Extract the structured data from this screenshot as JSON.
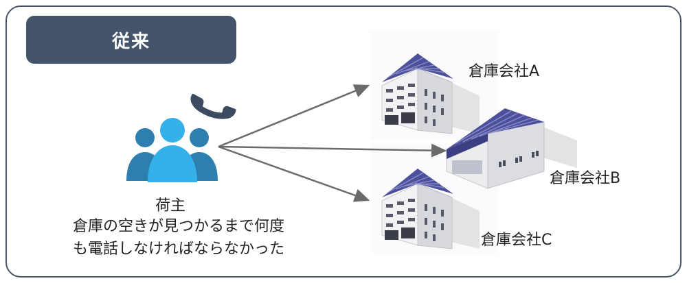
{
  "header": {
    "title": "従来"
  },
  "shipper": {
    "label": "荷主",
    "description_line1": "倉庫の空きが見つかるまで何度",
    "description_line2": "も電話しなければならなかった"
  },
  "warehouses": [
    {
      "label": "倉庫会社A"
    },
    {
      "label": "倉庫会社B"
    },
    {
      "label": "倉庫会社C"
    }
  ],
  "icons": [
    "phone-icon",
    "people-icon",
    "warehouse-building-icon",
    "warehouse-factory-icon"
  ],
  "colors": {
    "frame": "#4a5468",
    "title_bg": "#44546a",
    "people": "#2e7fb0",
    "people_light": "#33b1e8",
    "roof": "#4b4f9c",
    "arrow": "#6b6b6b"
  }
}
